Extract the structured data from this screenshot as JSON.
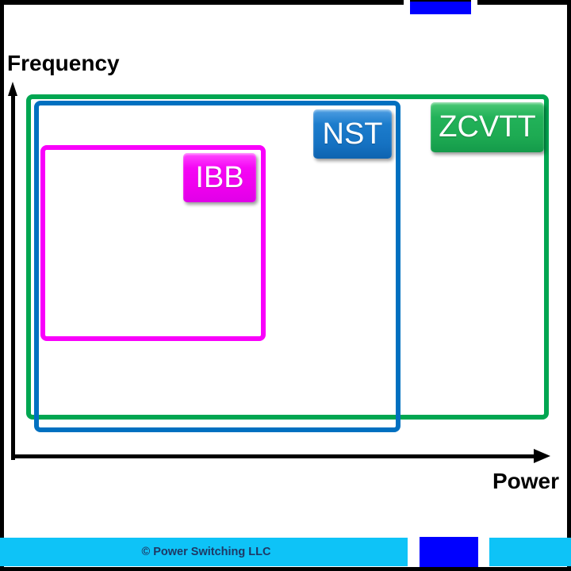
{
  "diagram": {
    "y_axis_label": "Frequency",
    "x_axis_label": "Power",
    "regions": [
      {
        "id": "zcvtt",
        "label": "ZCVTT",
        "outline_color": "#00A651",
        "tag_color": "#22B259"
      },
      {
        "id": "nst",
        "label": "NST",
        "outline_color": "#0070C0",
        "tag_color": "#1C7CCC"
      },
      {
        "id": "ibb",
        "label": "IBB",
        "outline_color": "#FF00FF",
        "tag_color": "#F505F5"
      }
    ]
  },
  "top_bar": {
    "bar_color": "#000000",
    "accent_color": "#0000FF"
  },
  "footer": {
    "copyright": "© Power Switching LLC",
    "bar_color": "#0EC3F7",
    "accent_color": "#0000FF",
    "text_color": "#1F3864"
  }
}
